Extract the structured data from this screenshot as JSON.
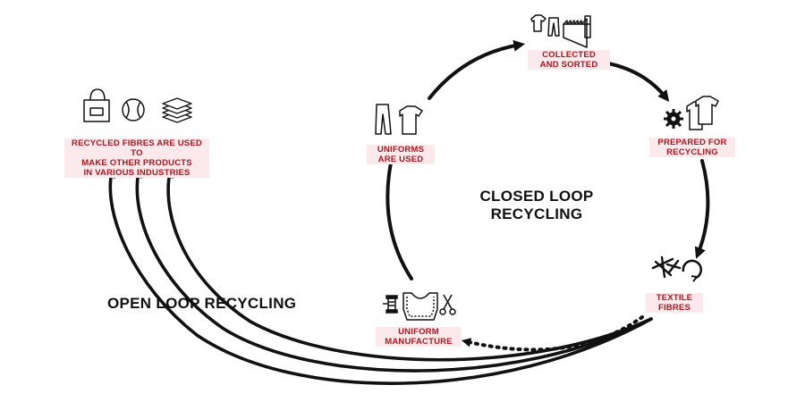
{
  "labels": {
    "collected": [
      "COLLECTED",
      "AND SORTED"
    ],
    "prepared": [
      "PREPARED FOR",
      "RECYCLING"
    ],
    "textile": [
      "TEXTILE",
      "FIBRES"
    ],
    "manufacture": [
      "UNIFORM",
      "MANUFACTURE"
    ],
    "used": [
      "UNIFORMS",
      "ARE USED"
    ],
    "recycled": [
      "RECYCLED FIBRES ARE USED TO",
      "MAKE OTHER PRODUCTS",
      "IN VARIOUS INDUSTRIES"
    ]
  },
  "closed_loop_title": [
    "CLOSED LOOP",
    "RECYCLING"
  ],
  "open_loop_title": "OPEN LOOP RECYCLING",
  "colors": {
    "label_text": "#b0161f",
    "label_bg": "#fbe9ec",
    "arrow": "#111111"
  },
  "icons": [
    "tshirt-icon",
    "pants-icon",
    "warehouse-icon",
    "gear-icon",
    "shirts-icon",
    "fibres-icon",
    "recycle-icon",
    "spool-icon",
    "uniform-icon",
    "scissors-icon",
    "bag-icon",
    "ball-icon",
    "papers-icon"
  ]
}
